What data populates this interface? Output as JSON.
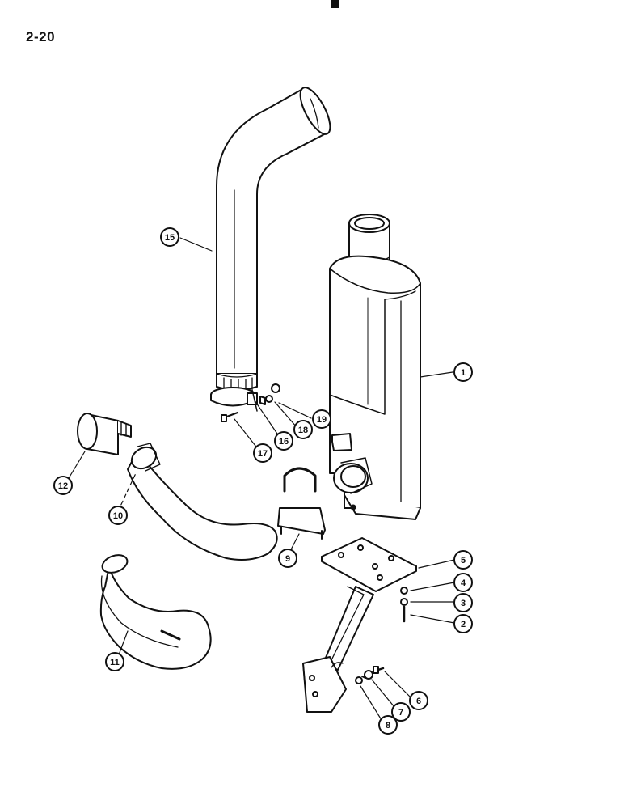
{
  "page_number": "2-20",
  "colors": {
    "ink": "#111111",
    "paper": "#ffffff"
  },
  "callouts": [
    {
      "id": "c1",
      "label": "1",
      "part": "muffler"
    },
    {
      "id": "c2",
      "label": "2",
      "part": "bolt"
    },
    {
      "id": "c3",
      "label": "3",
      "part": "lock-washer"
    },
    {
      "id": "c4",
      "label": "4",
      "part": "flat-washer"
    },
    {
      "id": "c5",
      "label": "5",
      "part": "mounting-bracket"
    },
    {
      "id": "c6",
      "label": "6",
      "part": "bolt"
    },
    {
      "id": "c7",
      "label": "7",
      "part": "lock-washer"
    },
    {
      "id": "c8",
      "label": "8",
      "part": "nut"
    },
    {
      "id": "c9",
      "label": "9",
      "part": "u-bolt-clamp"
    },
    {
      "id": "c10",
      "label": "10",
      "part": "exhaust-elbow"
    },
    {
      "id": "c11",
      "label": "11",
      "part": "exhaust-elbow"
    },
    {
      "id": "c12",
      "label": "12",
      "part": "band-clamp"
    },
    {
      "id": "c15",
      "label": "15",
      "part": "exhaust-stack"
    },
    {
      "id": "c16",
      "label": "16",
      "part": "nut"
    },
    {
      "id": "c17",
      "label": "17",
      "part": "bolt"
    },
    {
      "id": "c18",
      "label": "18",
      "part": "lock-washer"
    },
    {
      "id": "c19",
      "label": "19",
      "part": "nut"
    }
  ]
}
